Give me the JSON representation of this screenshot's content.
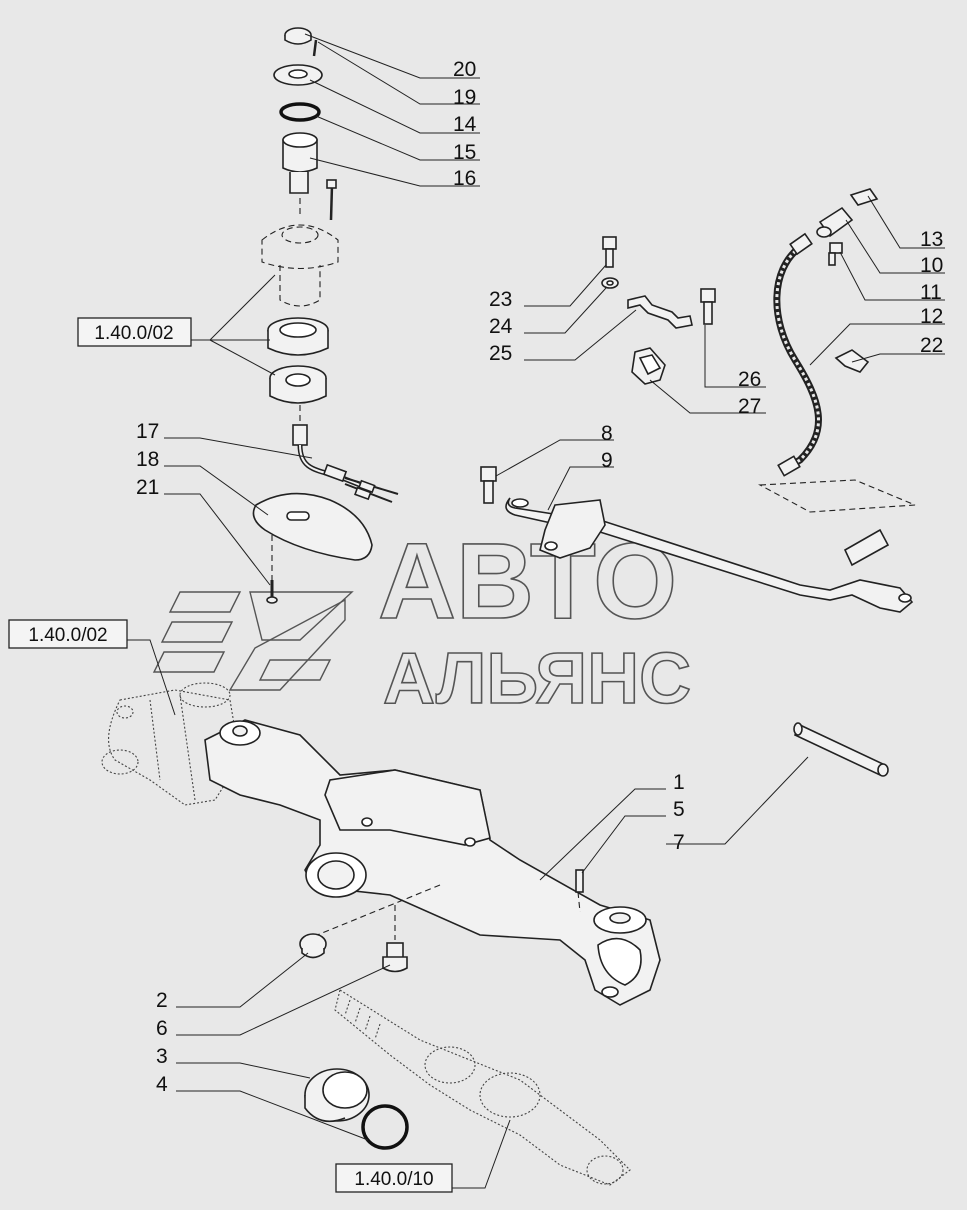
{
  "callouts": [
    {
      "id": "c20",
      "label": "20"
    },
    {
      "id": "c19",
      "label": "19"
    },
    {
      "id": "c14",
      "label": "14"
    },
    {
      "id": "c15",
      "label": "15"
    },
    {
      "id": "c16",
      "label": "16"
    },
    {
      "id": "c13",
      "label": "13"
    },
    {
      "id": "c10",
      "label": "10"
    },
    {
      "id": "c11",
      "label": "11"
    },
    {
      "id": "c12",
      "label": "12"
    },
    {
      "id": "c22",
      "label": "22"
    },
    {
      "id": "c23",
      "label": "23"
    },
    {
      "id": "c24",
      "label": "24"
    },
    {
      "id": "c25",
      "label": "25"
    },
    {
      "id": "c26",
      "label": "26"
    },
    {
      "id": "c27",
      "label": "27"
    },
    {
      "id": "c17",
      "label": "17"
    },
    {
      "id": "c18",
      "label": "18"
    },
    {
      "id": "c21",
      "label": "21"
    },
    {
      "id": "c8",
      "label": "8"
    },
    {
      "id": "c9",
      "label": "9"
    },
    {
      "id": "c1",
      "label": "1"
    },
    {
      "id": "c5",
      "label": "5"
    },
    {
      "id": "c7",
      "label": "7"
    },
    {
      "id": "c2",
      "label": "2"
    },
    {
      "id": "c6",
      "label": "6"
    },
    {
      "id": "c3",
      "label": "3"
    },
    {
      "id": "c4",
      "label": "4"
    }
  ],
  "references": {
    "ref_top": "1.40.0/02",
    "ref_left": "1.40.0/02",
    "ref_bottom": "1.40.0/10"
  },
  "watermark": {
    "line1": "АВТО",
    "line2": "АЛЬЯНС"
  }
}
